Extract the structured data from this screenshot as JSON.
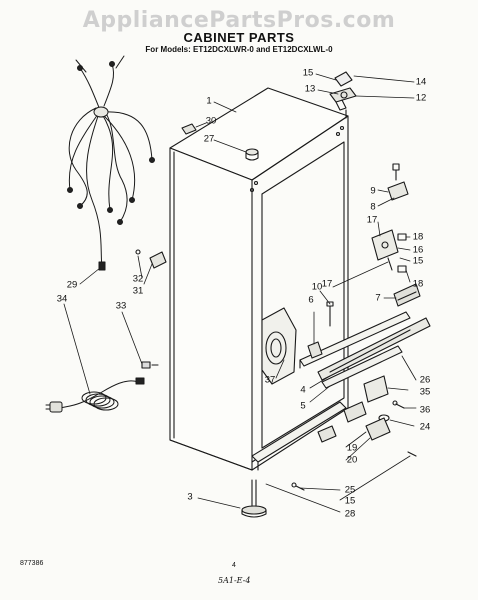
{
  "header": {
    "watermark": "AppliancePartsPros.com",
    "title": "CABINET PARTS",
    "subtitle": "For Models: ET12DCXLWR-0 and ET12DCXLWL-0"
  },
  "callouts": [
    {
      "id": "c1",
      "text": "1"
    },
    {
      "id": "c30",
      "text": "30"
    },
    {
      "id": "c27",
      "text": "27"
    },
    {
      "id": "c15a",
      "text": "15"
    },
    {
      "id": "c14",
      "text": "14"
    },
    {
      "id": "c13",
      "text": "13"
    },
    {
      "id": "c12",
      "text": "12"
    },
    {
      "id": "c9",
      "text": "9"
    },
    {
      "id": "c8",
      "text": "8"
    },
    {
      "id": "c17a",
      "text": "17"
    },
    {
      "id": "c18a",
      "text": "18"
    },
    {
      "id": "c16",
      "text": "16"
    },
    {
      "id": "c15b",
      "text": "15"
    },
    {
      "id": "c18b",
      "text": "18"
    },
    {
      "id": "c17b",
      "text": "17"
    },
    {
      "id": "c7",
      "text": "7"
    },
    {
      "id": "c10",
      "text": "10"
    },
    {
      "id": "c6",
      "text": "6"
    },
    {
      "id": "c29",
      "text": "29"
    },
    {
      "id": "c34",
      "text": "34"
    },
    {
      "id": "c32",
      "text": "32"
    },
    {
      "id": "c31",
      "text": "31"
    },
    {
      "id": "c33",
      "text": "33"
    },
    {
      "id": "c37",
      "text": "37"
    },
    {
      "id": "c4",
      "text": "4"
    },
    {
      "id": "c5",
      "text": "5"
    },
    {
      "id": "c26",
      "text": "26"
    },
    {
      "id": "c35",
      "text": "35"
    },
    {
      "id": "c36",
      "text": "36"
    },
    {
      "id": "c24",
      "text": "24"
    },
    {
      "id": "c19",
      "text": "19"
    },
    {
      "id": "c20",
      "text": "20"
    },
    {
      "id": "c3",
      "text": "3"
    },
    {
      "id": "c25",
      "text": "25"
    },
    {
      "id": "c15c",
      "text": "15"
    },
    {
      "id": "c28",
      "text": "28"
    }
  ],
  "footer": {
    "doc_number": "877386",
    "page_number": "4",
    "handwritten": "5A1-E-4"
  }
}
